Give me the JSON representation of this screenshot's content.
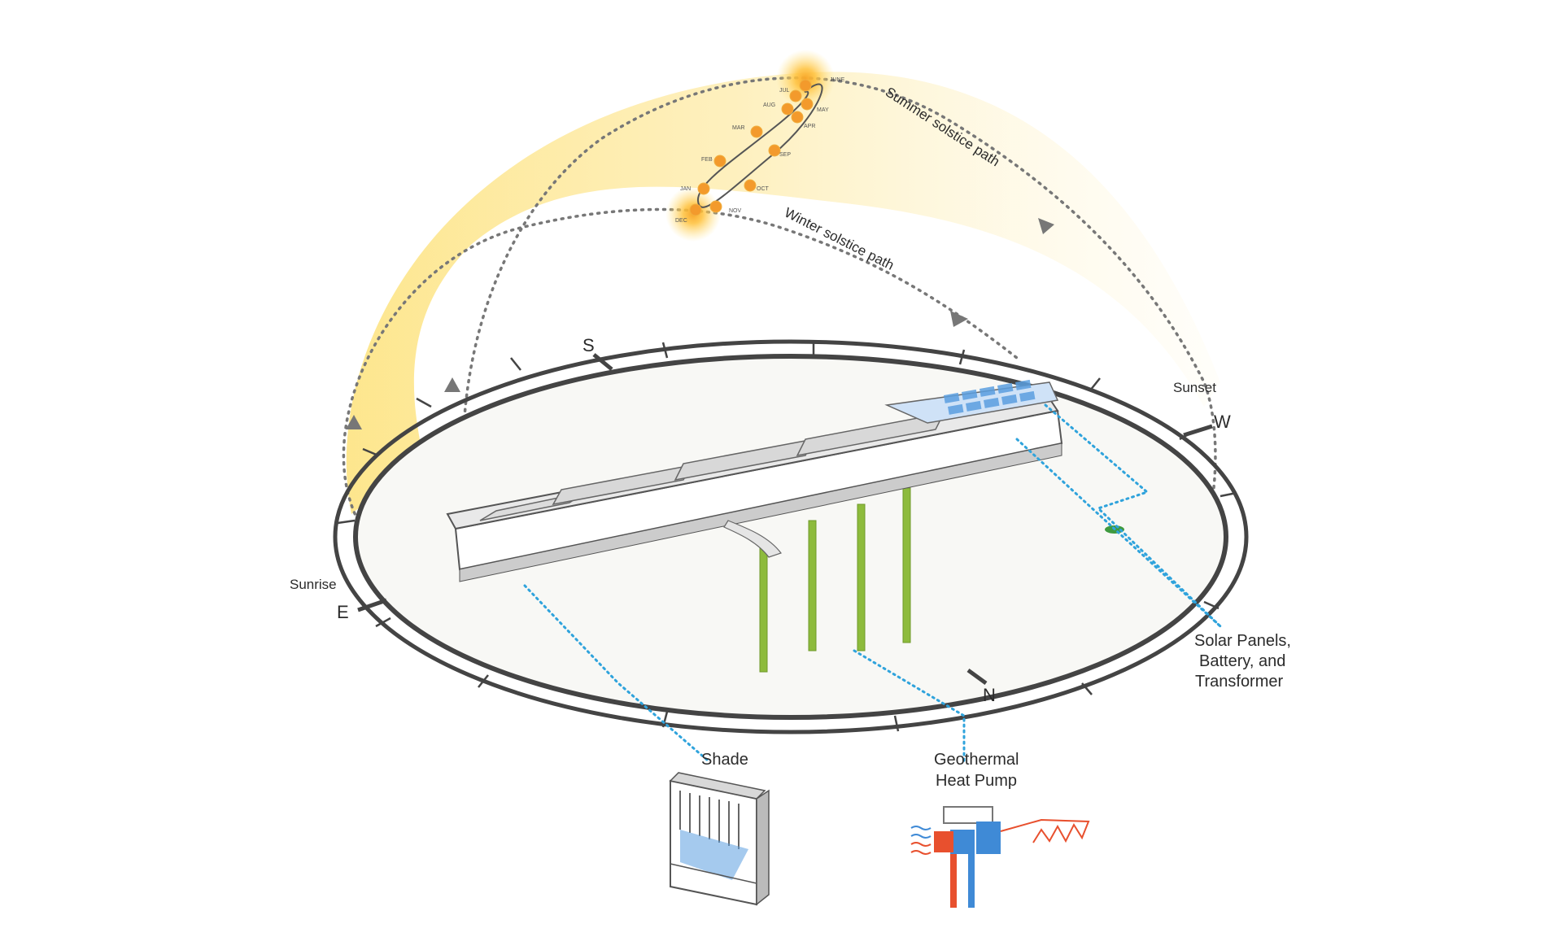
{
  "colors": {
    "sun": "#f7a52a",
    "sun_glow": "#ffd24d",
    "sky_band": "#fde27a",
    "path": "#777777",
    "leader": "#2fa3dc",
    "ground_ring": "#444444",
    "ground_fill": "#f8f8f5",
    "geothermal_pipe": "#8dbb3c",
    "solar_panel": "#5b9fe0",
    "heat_pump_hot": "#e8502e",
    "heat_pump_cold": "#3f8ad6"
  },
  "sun_path": {
    "summer_label": "Summer solstice path",
    "winter_label": "Winter solstice path",
    "months": [
      "JUNE",
      "JUL",
      "MAY",
      "AUG",
      "APR",
      "MAR",
      "SEP",
      "FEB",
      "OCT",
      "JAN",
      "NOV",
      "DEC"
    ]
  },
  "compass": {
    "south": "S",
    "west": "W",
    "north": "N",
    "east": "E",
    "sunrise": "Sunrise",
    "sunset": "Sunset"
  },
  "callouts": {
    "solar": [
      "Solar Panels,",
      "Battery, and",
      "Transformer"
    ],
    "geothermal": [
      "Geothermal",
      "Heat Pump"
    ],
    "shade": "Shade"
  },
  "icons": {
    "sun": "sun-icon",
    "shade": "shade-louver-icon",
    "heat_pump": "heat-pump-icon"
  }
}
